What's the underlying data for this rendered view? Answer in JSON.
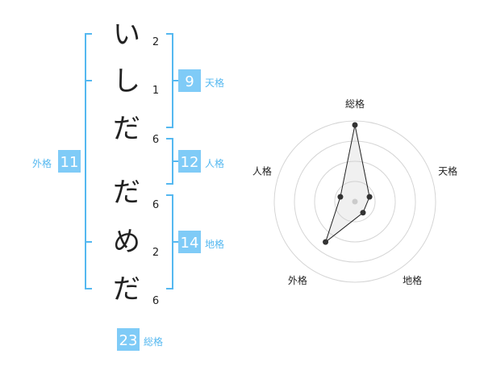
{
  "name": {
    "chars": [
      {
        "char": "い",
        "strokes": "2"
      },
      {
        "char": "し",
        "strokes": "1"
      },
      {
        "char": "だ",
        "strokes": "6"
      },
      {
        "char": "だ",
        "strokes": "6"
      },
      {
        "char": "め",
        "strokes": "2"
      },
      {
        "char": "だ",
        "strokes": "6"
      }
    ]
  },
  "kakusu": {
    "tenkaku": {
      "value": "9",
      "label": "天格"
    },
    "jinkaku": {
      "value": "12",
      "label": "人格"
    },
    "chikaku": {
      "value": "14",
      "label": "地格"
    },
    "gaikaku": {
      "value": "11",
      "label": "外格"
    },
    "soukaku": {
      "value": "23",
      "label": "総格"
    }
  },
  "colors": {
    "accent": "#55b8f0",
    "score_box": "#7fcbf7",
    "text": "#222222"
  },
  "chart_data": {
    "type": "radar",
    "axes": [
      "総格",
      "天格",
      "地格",
      "外格",
      "人格"
    ],
    "values": [
      0.95,
      0.19,
      0.17,
      0.62,
      0.19
    ],
    "rings": 4,
    "grid": true
  }
}
